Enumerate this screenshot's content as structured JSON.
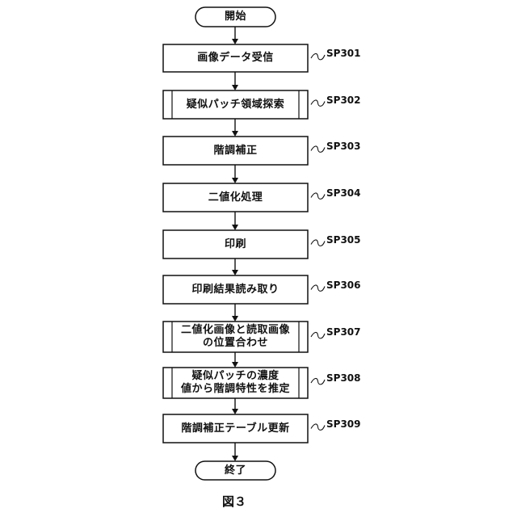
{
  "flowchart": {
    "start": "開始",
    "end": "終了",
    "steps": [
      {
        "lines": [
          "画像データ受信"
        ],
        "ref": "SP301",
        "subroutine": false
      },
      {
        "lines": [
          "疑似パッチ領域探索"
        ],
        "ref": "SP302",
        "subroutine": true
      },
      {
        "lines": [
          "階調補正"
        ],
        "ref": "SP303",
        "subroutine": false
      },
      {
        "lines": [
          "二値化処理"
        ],
        "ref": "SP304",
        "subroutine": false
      },
      {
        "lines": [
          "印刷"
        ],
        "ref": "SP305",
        "subroutine": false
      },
      {
        "lines": [
          "印刷結果読み取り"
        ],
        "ref": "SP306",
        "subroutine": false
      },
      {
        "lines": [
          "二値化画像と読取画像",
          "の位置合わせ"
        ],
        "ref": "SP307",
        "subroutine": true
      },
      {
        "lines": [
          "疑似パッチの濃度",
          "値から階調特性を推定"
        ],
        "ref": "SP308",
        "subroutine": true
      },
      {
        "lines": [
          "階調補正テーブル更新"
        ],
        "ref": "SP309",
        "subroutine": false
      }
    ]
  },
  "figure_caption": "図３"
}
